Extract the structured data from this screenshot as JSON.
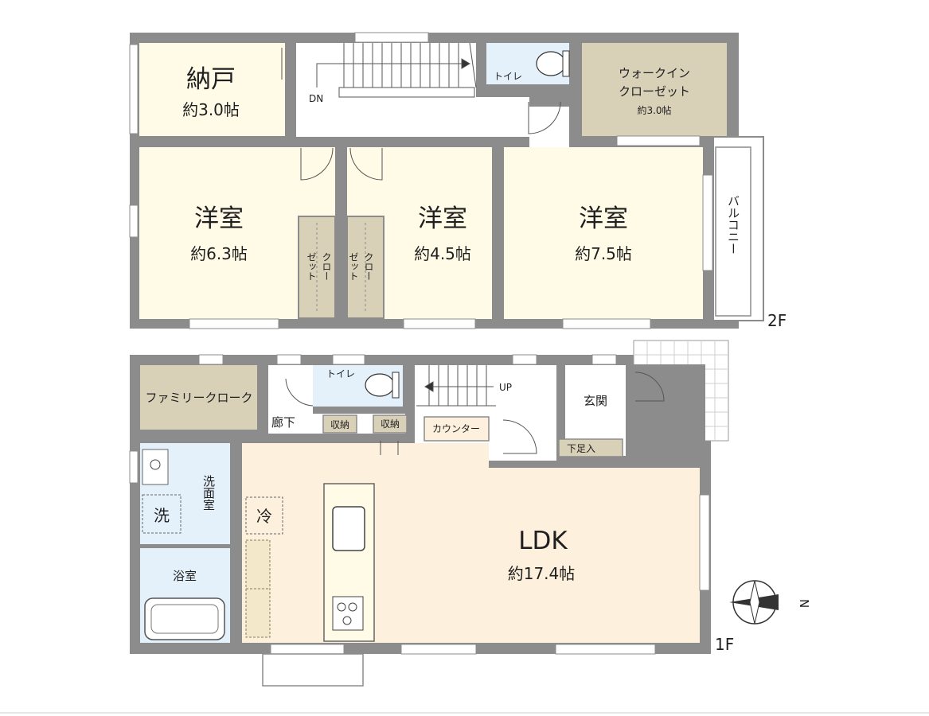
{
  "floor2": {
    "label": "2F",
    "storage": {
      "name": "納戸",
      "size": "約3.0帖"
    },
    "toilet": "トイレ",
    "stairs_dn": "DN",
    "wic": {
      "line1": "ウォークイン",
      "line2": "クローゼット",
      "size": "約3.0帖"
    },
    "room_west": {
      "name": "洋室",
      "size": "約6.3帖"
    },
    "room_mid": {
      "name": "洋室",
      "size": "約4.5帖"
    },
    "room_east": {
      "name": "洋室",
      "size": "約7.5帖"
    },
    "closet1": {
      "col1": "クロー",
      "col2": "ゼット"
    },
    "closet2": {
      "col1": "クロー",
      "col2": "ゼット"
    },
    "balcony": "バルコニー"
  },
  "floor1": {
    "label": "1F",
    "family_cloak": "ファミリークローク",
    "hallway": "廊下",
    "toilet": "トイレ",
    "storage1": "収納",
    "storage2": "収納",
    "stairs_up": "UP",
    "counter": "カウンター",
    "entrance": "玄関",
    "shoe_box": "下足入",
    "washroom": "洗面室",
    "washer": "洗",
    "fridge": "冷",
    "bathroom": "浴室",
    "ldk": {
      "name": "LDK",
      "size": "約17.4帖"
    }
  },
  "compass": {
    "north": "N"
  },
  "colors": {
    "wall": "#8c8c8c",
    "room_fill": "#fffbe6",
    "storage_fill": "#d9d0b8",
    "ldk_fill": "#fdf0dd",
    "wet_fill": "#e4f1fb",
    "hall_fill": "#ffffff"
  }
}
